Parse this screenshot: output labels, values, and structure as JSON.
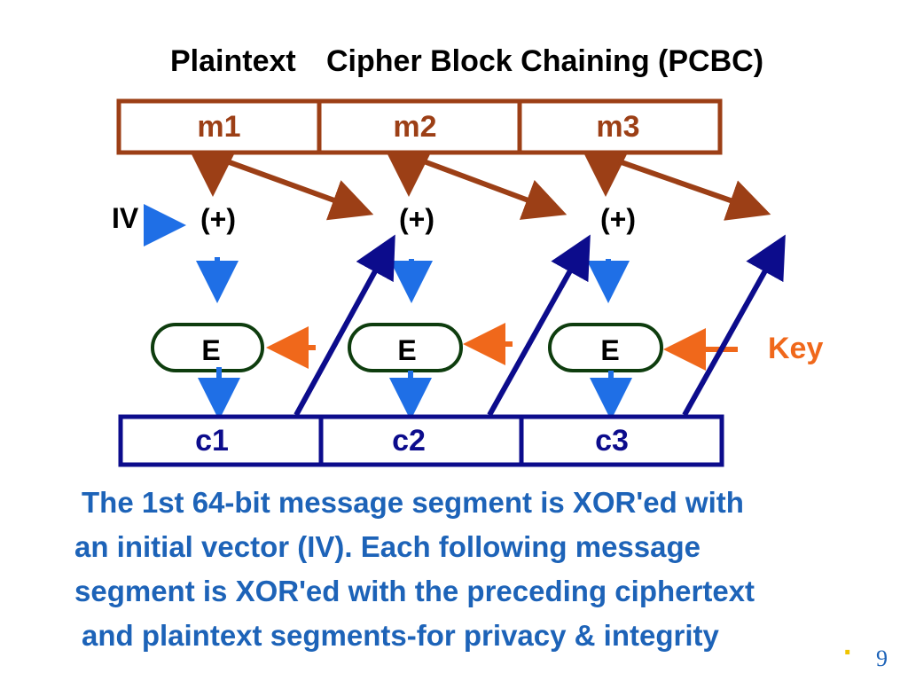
{
  "slide": {
    "title_part1": "Plaintext",
    "title_part2": "Cipher Block Chaining (PCBC)",
    "page_number": "9",
    "trailing_mark": "."
  },
  "diagram": {
    "plaintext_blocks": [
      "m1",
      "m2",
      "m3"
    ],
    "ciphertext_blocks": [
      "c1",
      "c2",
      "c3"
    ],
    "xor_labels": [
      "(+)",
      "(+)",
      "(+)"
    ],
    "encrypt_labels": [
      "E",
      "E",
      "E"
    ],
    "iv_label": "IV",
    "key_label": "Key"
  },
  "description": {
    "lines": [
      "The 1st 64-bit message segment is XOR'ed with",
      "an initial vector (IV). Each following message",
      "segment is XOR'ed with the preceding ciphertext",
      "and plaintext segments-for privacy & integrity"
    ]
  },
  "colors": {
    "plaintext": "#9c3f16",
    "ciphertext": "#0c0c8c",
    "cipher_text_label": "#0c0c8c",
    "flow_arrow": "#1f6fe6",
    "key_arrow": "#f0681b",
    "key_label": "#f0681b",
    "encrypt_border": "#0e3d0e",
    "body_text": "#1d63b8",
    "trailing_mark": "#f0c400"
  }
}
